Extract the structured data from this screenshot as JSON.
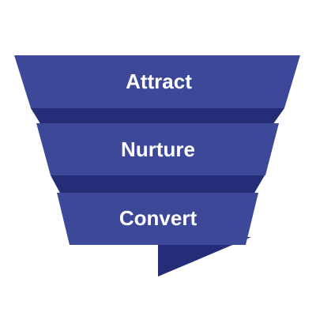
{
  "diagram": {
    "type": "funnel",
    "colors": {
      "band": "#3e4899",
      "fold": "#262d78",
      "text": "#ffffff"
    },
    "stages": [
      {
        "label": "Attract"
      },
      {
        "label": "Nurture"
      },
      {
        "label": "Convert"
      }
    ]
  }
}
